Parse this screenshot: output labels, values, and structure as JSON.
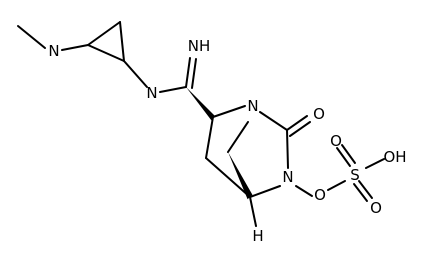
{
  "molecule": {
    "atoms": {
      "methylamine_n": "N",
      "amidine_imine": "NH",
      "amidine_n": "N",
      "bridgehead_n": "N",
      "carbonyl_o": "O",
      "hydroxamate_n": "N",
      "ester_o": "O",
      "sulfur": "S",
      "sulfonyl_o_top": "O",
      "sulfonyl_o_bottom": "O",
      "hydroxyl": "OH",
      "stereo_h": "H"
    }
  }
}
